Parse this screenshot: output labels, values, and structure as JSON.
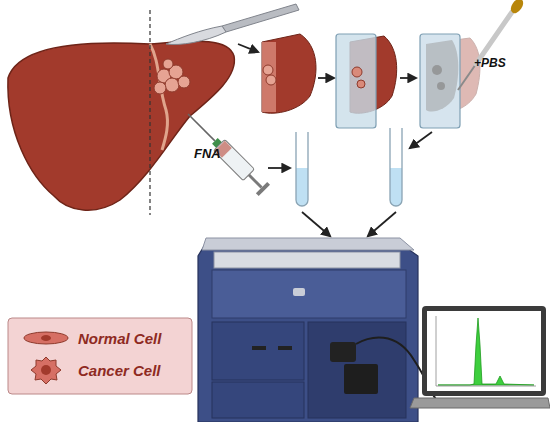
{
  "diagram": {
    "labels": [
      "FNA",
      "+PBS"
    ],
    "legend": [
      {
        "text": "Normal Cell"
      },
      {
        "text": "Cancer Cell"
      }
    ]
  }
}
